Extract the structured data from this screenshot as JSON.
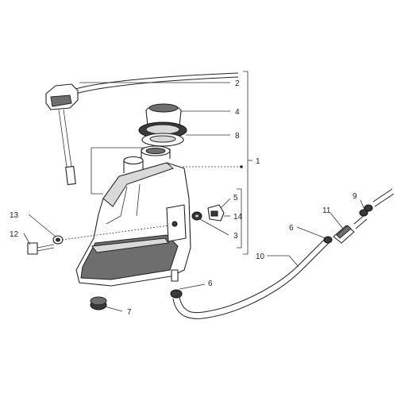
{
  "callouts": [
    {
      "id": "c2",
      "label": "2"
    },
    {
      "id": "c4",
      "label": "4"
    },
    {
      "id": "c8",
      "label": "8"
    },
    {
      "id": "c1",
      "label": "1"
    },
    {
      "id": "c5",
      "label": "5"
    },
    {
      "id": "c14",
      "label": "14"
    },
    {
      "id": "c3",
      "label": "3"
    },
    {
      "id": "c13",
      "label": "13"
    },
    {
      "id": "c12",
      "label": "12"
    },
    {
      "id": "c6a",
      "label": "6"
    },
    {
      "id": "c7",
      "label": "7"
    },
    {
      "id": "c9",
      "label": "9"
    },
    {
      "id": "c11",
      "label": "11"
    },
    {
      "id": "c6b",
      "label": "6"
    },
    {
      "id": "c10",
      "label": "10"
    }
  ]
}
